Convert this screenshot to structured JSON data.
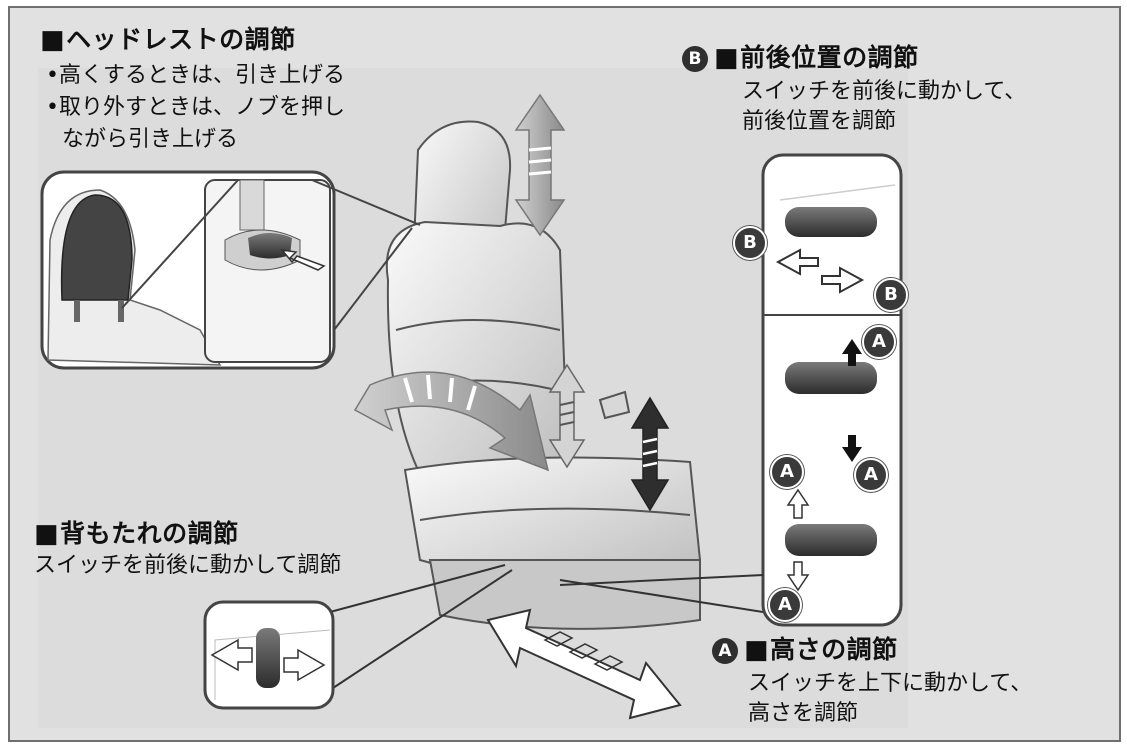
{
  "headrest": {
    "marker": "■",
    "title": "ヘッドレストの調節",
    "bullets": [
      "高くするときは、引き上げる",
      "取り外すときは、ノブを押し",
      "ながら引き上げる"
    ],
    "bullet_mark": "•"
  },
  "fore_aft": {
    "badge": "B",
    "marker": "■",
    "title": "前後位置の調節",
    "lines": [
      "スイッチを前後に動かして、",
      "前後位置を調節"
    ]
  },
  "backrest": {
    "marker": "■",
    "title": "背もたれの調節",
    "lines": [
      "スイッチを前後に動かして調節"
    ]
  },
  "height": {
    "badge": "A",
    "marker": "■",
    "title": "高さの調節",
    "lines": [
      "スイッチを上下に動かして、",
      "高さを調節"
    ]
  },
  "switch_labels": {
    "b_left": "B",
    "b_right": "B",
    "a_up_top": "A",
    "a_down_top": "A",
    "a_up_bottom": "A",
    "a_down_bottom": "A"
  }
}
